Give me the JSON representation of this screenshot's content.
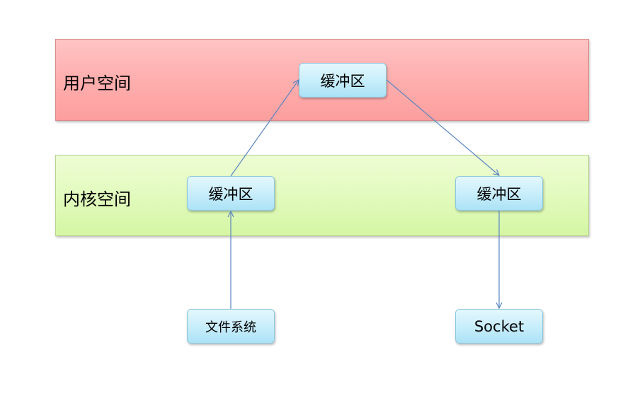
{
  "bands": {
    "user_space": {
      "label": "用户空间"
    },
    "kernel_space": {
      "label": "内核空间"
    }
  },
  "nodes": {
    "user_buffer": "缓冲区",
    "kernel_buffer_left": "缓冲区",
    "kernel_buffer_right": "缓冲区",
    "file_system": "文件系统",
    "socket": "Socket"
  },
  "colors": {
    "user_band": "#ffb0b0",
    "kernel_band": "#e3fbc0",
    "node_fill": "#c9eefb",
    "arrow": "#5b86c0"
  }
}
